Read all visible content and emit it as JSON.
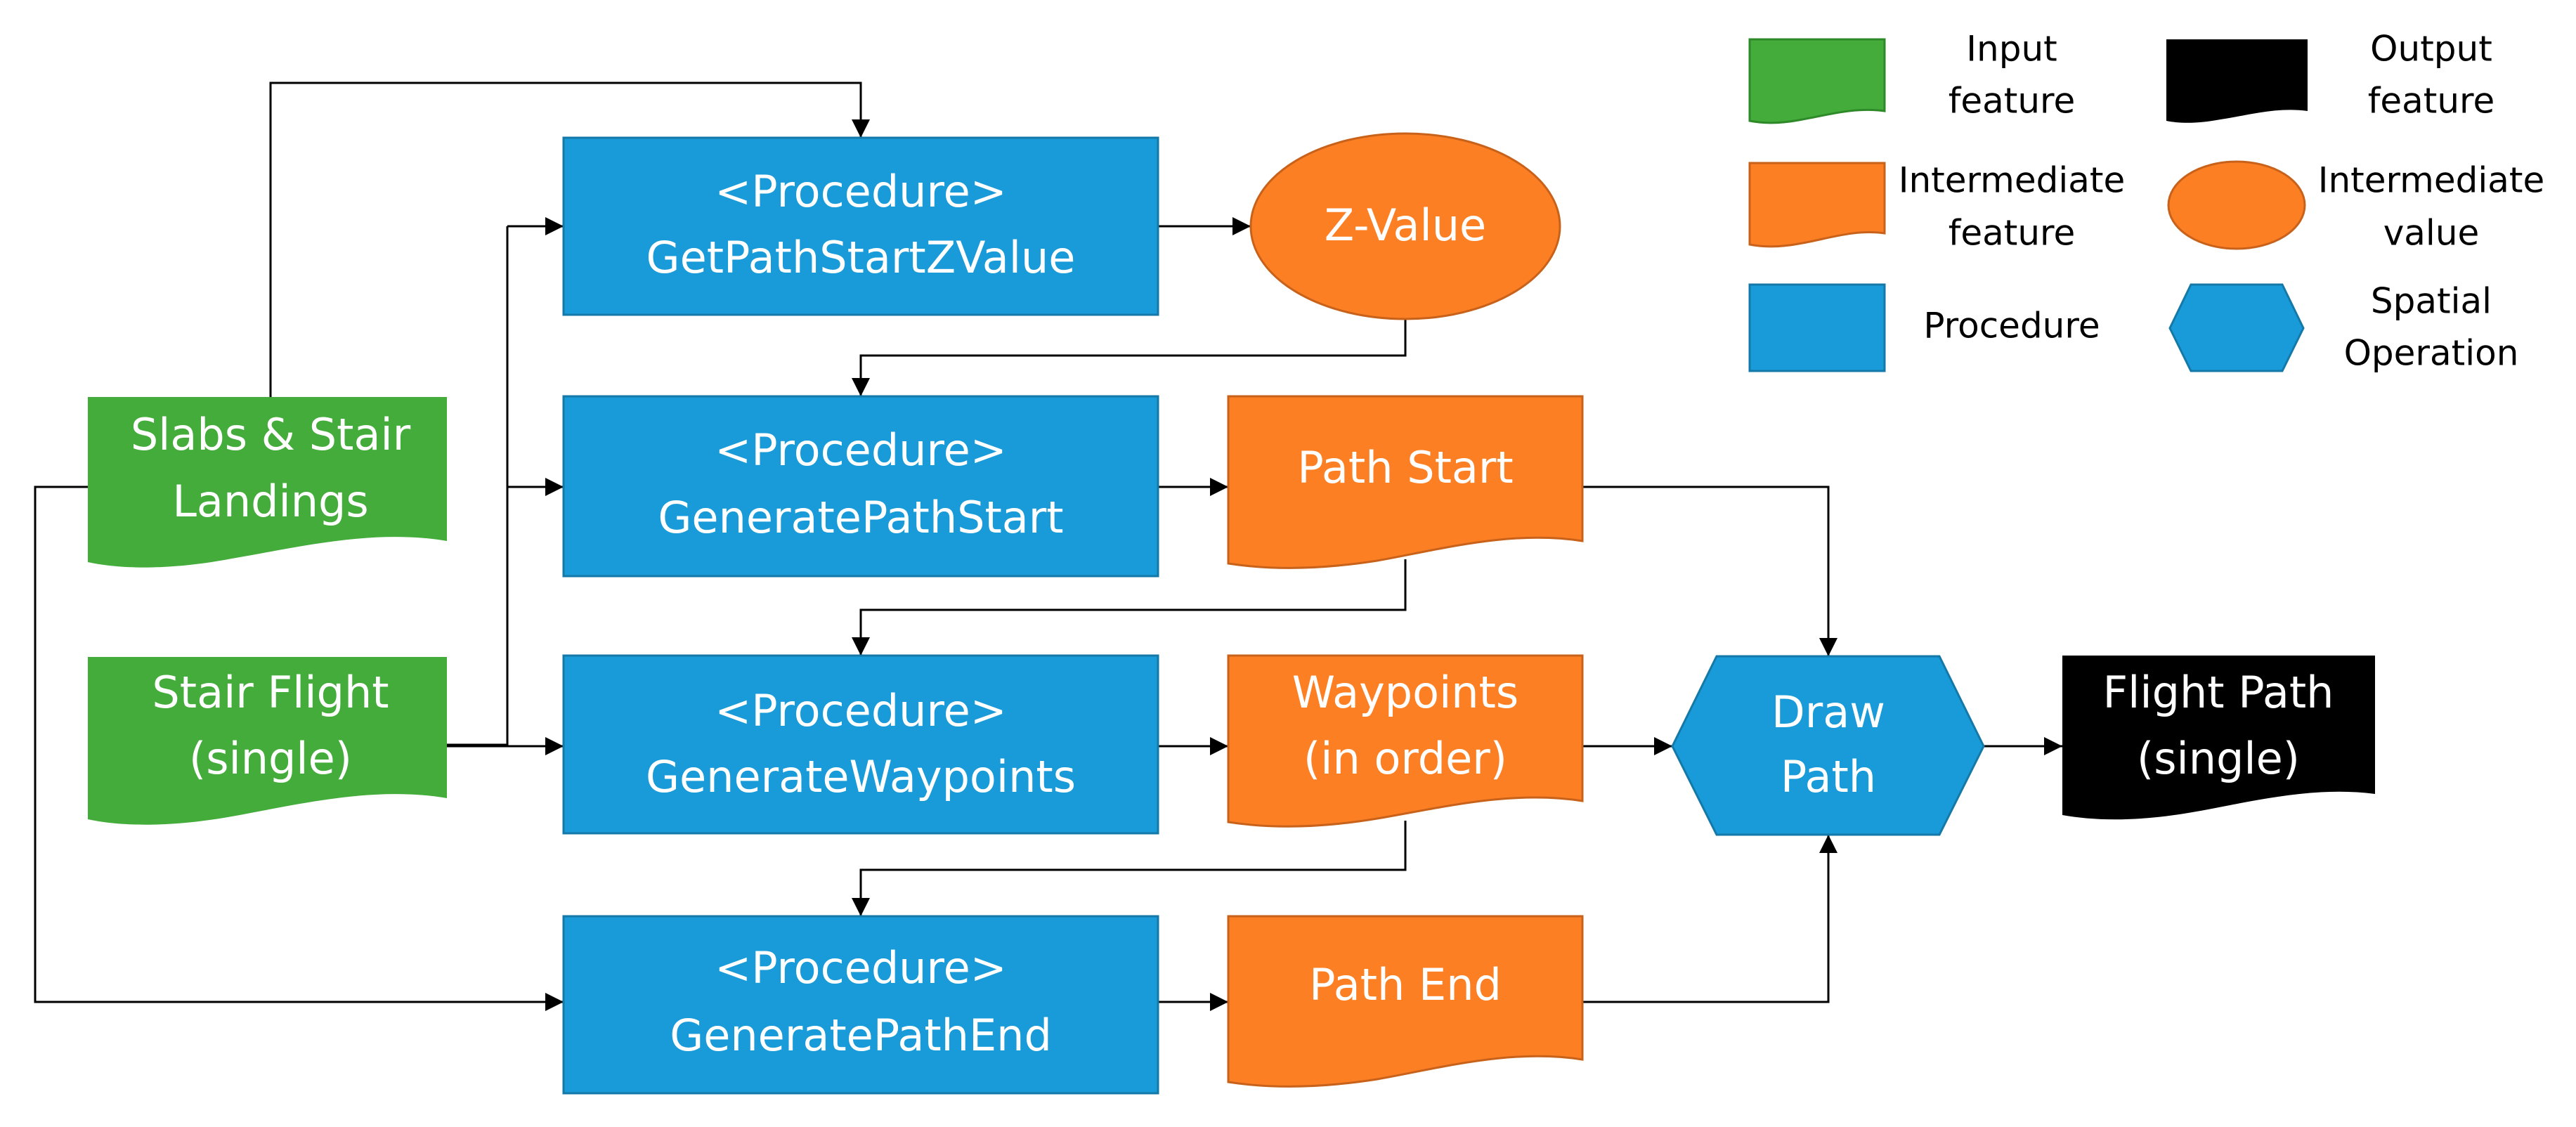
{
  "colors": {
    "input": "#43AC3A",
    "intermediate": "#FD7F24",
    "procedure": "#189BD8",
    "output": "#000000"
  },
  "nodes": {
    "slabs": {
      "line1": "Slabs & Stair",
      "line2": "Landings"
    },
    "stair_flight": {
      "line1": "Stair Flight",
      "line2": "(single)"
    },
    "proc_zvalue": {
      "line1": "<Procedure>",
      "line2": "GetPathStartZValue"
    },
    "proc_start": {
      "line1": "<Procedure>",
      "line2": "GeneratePathStart"
    },
    "proc_waypoints": {
      "line1": "<Procedure>",
      "line2": "GenerateWaypoints"
    },
    "proc_end": {
      "line1": "<Procedure>",
      "line2": "GeneratePathEnd"
    },
    "zvalue": {
      "label": "Z-Value"
    },
    "path_start": {
      "label": "Path Start"
    },
    "waypoints": {
      "line1": "Waypoints",
      "line2": "(in order)"
    },
    "path_end": {
      "label": "Path End"
    },
    "draw_path": {
      "line1": "Draw",
      "line2": "Path"
    },
    "flight_path": {
      "line1": "Flight Path",
      "line2": "(single)"
    }
  },
  "legend": {
    "input": {
      "line1": "Input",
      "line2": "feature"
    },
    "output": {
      "line1": "Output",
      "line2": "feature"
    },
    "intermediate_feature": {
      "line1": "Intermediate",
      "line2": "feature"
    },
    "intermediate_value": {
      "line1": "Intermediate",
      "line2": "value"
    },
    "procedure": {
      "label": "Procedure"
    },
    "spatial": {
      "line1": "Spatial",
      "line2": "Operation"
    }
  }
}
